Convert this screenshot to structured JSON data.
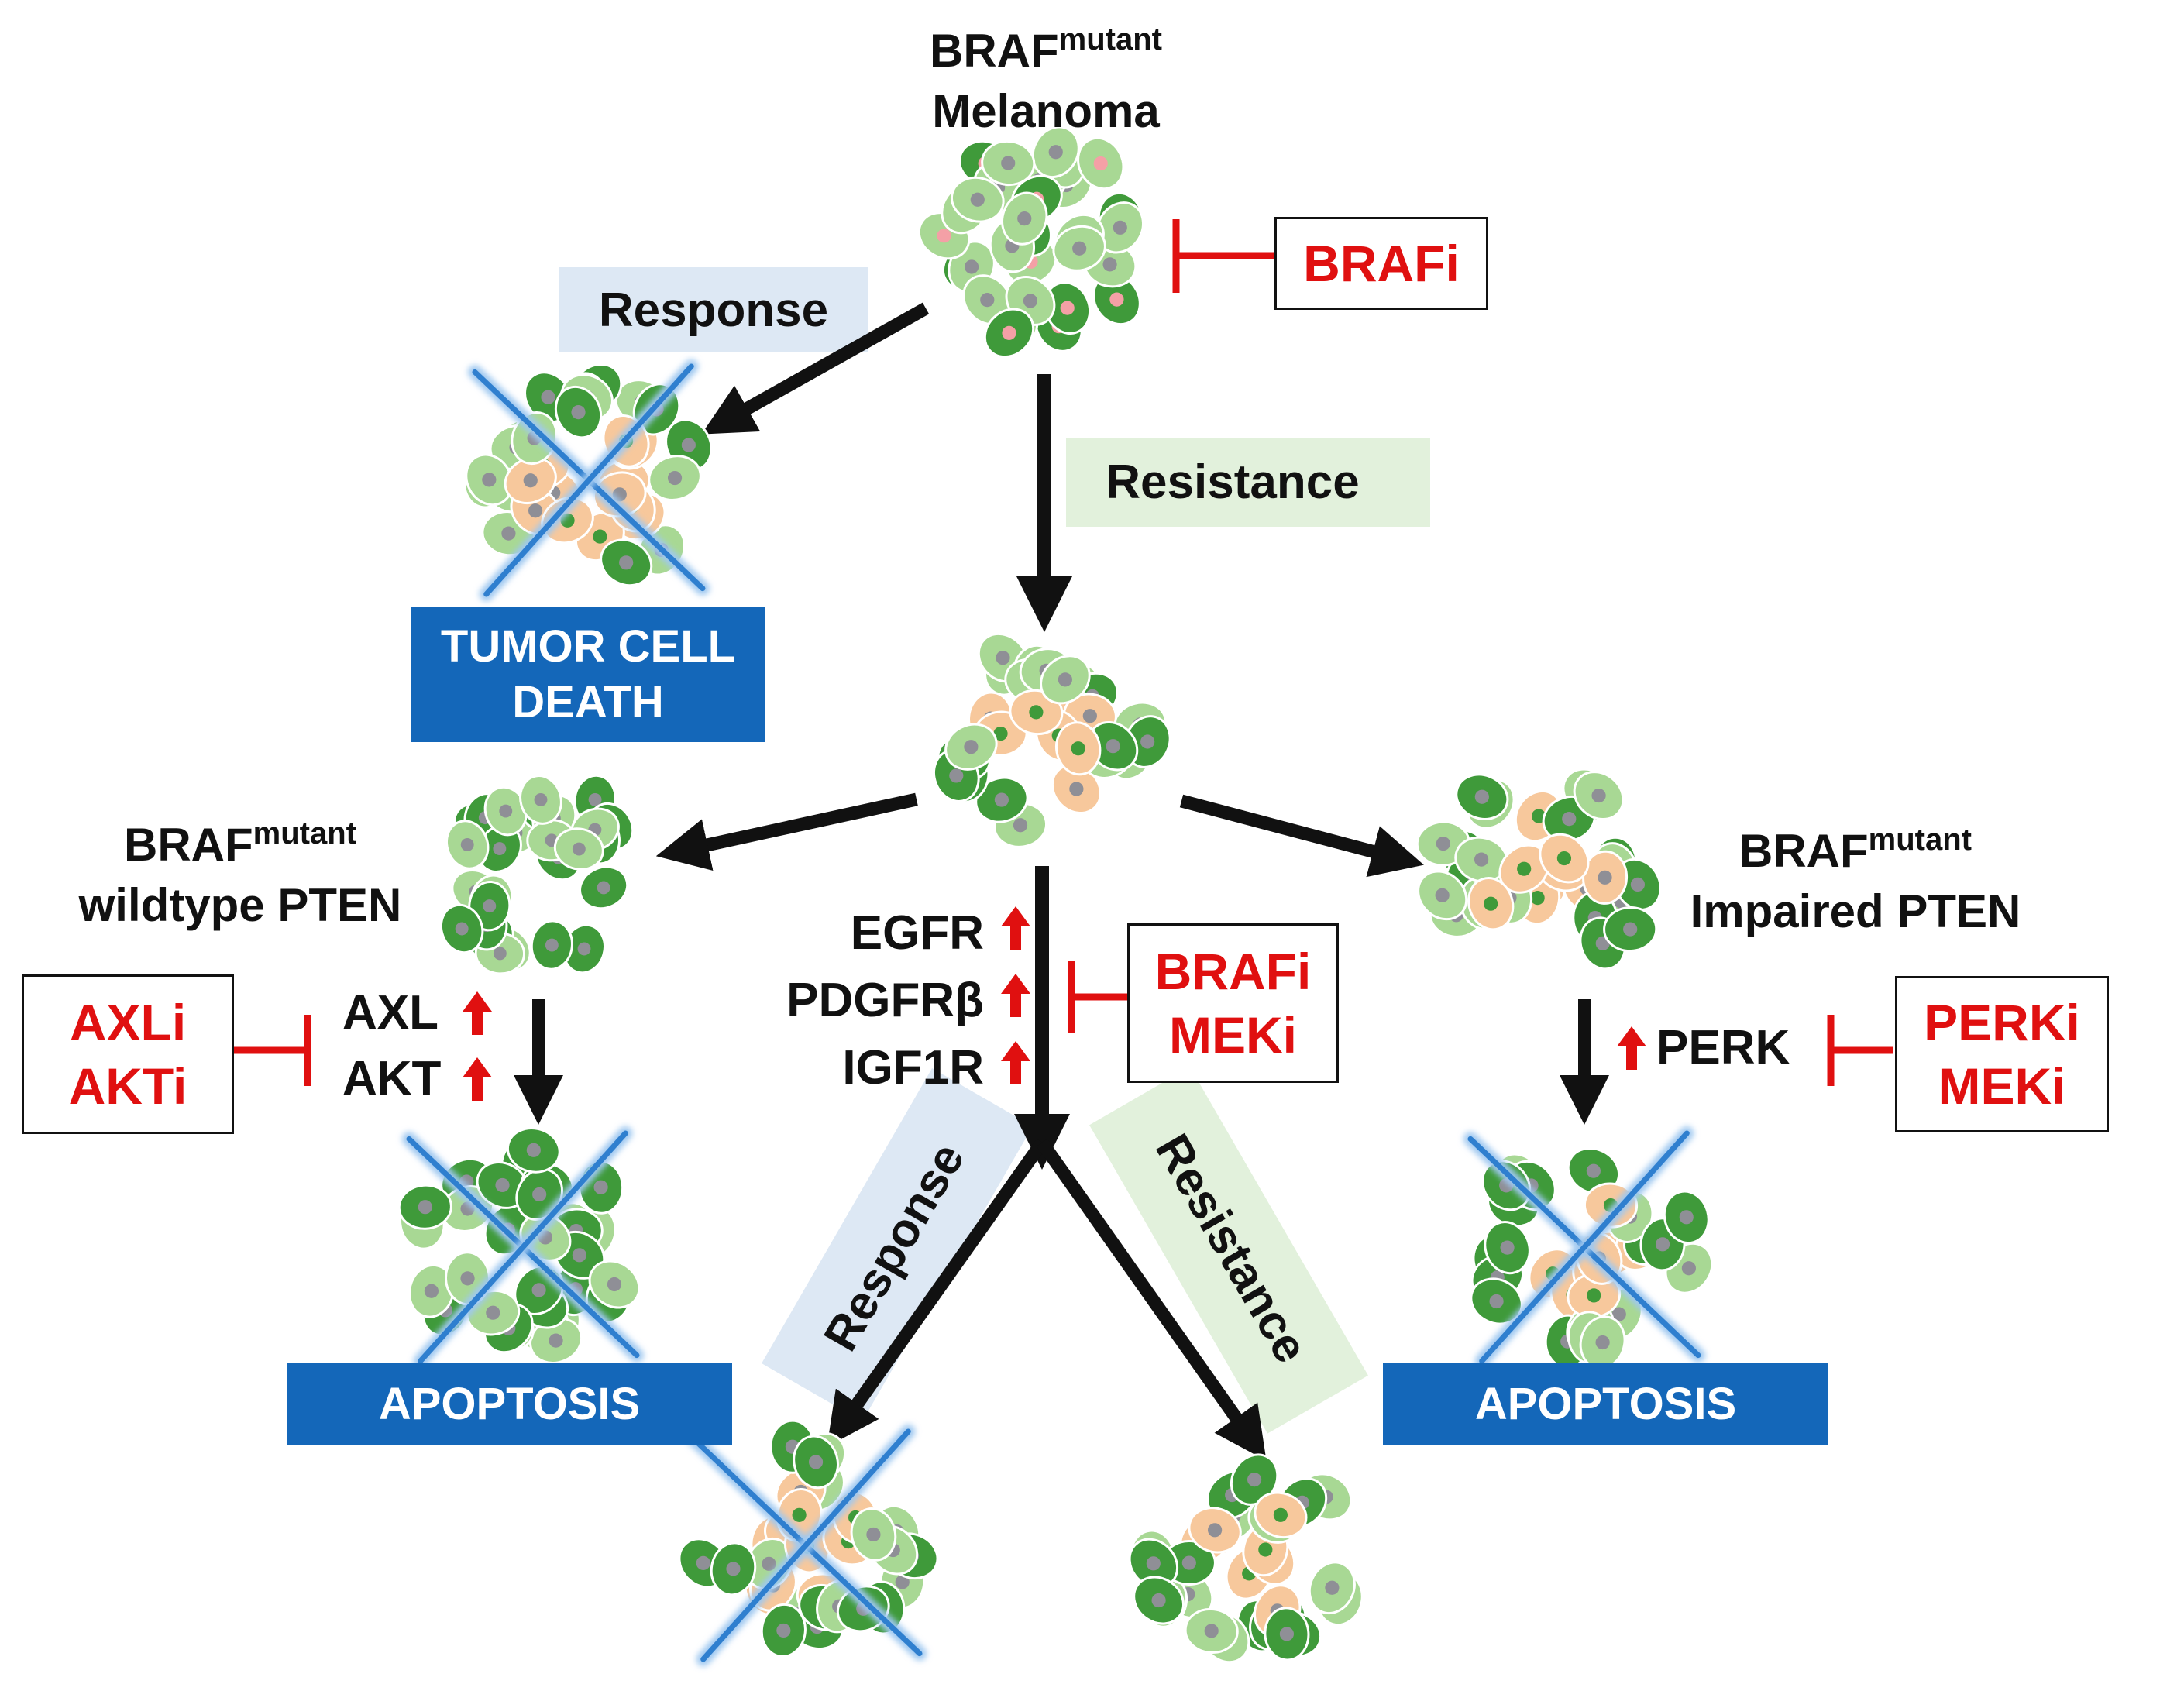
{
  "top": {
    "title_main": "BRAF",
    "title_sup": "mutant",
    "title_line2": "Melanoma",
    "drug": "BRAFi"
  },
  "first_split": {
    "response_label": "Response",
    "resistance_label": "Resistance",
    "outcome_line1": "TUMOR CELL",
    "outcome_line2": "DEATH"
  },
  "left_branch": {
    "title_main": "BRAF",
    "title_sup": "mutant",
    "title_line2": "wildtype PTEN",
    "markers": [
      "AXL",
      "AKT"
    ],
    "drugs": [
      "AXLi",
      "AKTi"
    ],
    "outcome": "APOPTOSIS"
  },
  "middle_branch": {
    "markers": [
      "EGFR",
      "PDGFRβ",
      "IGF1R"
    ],
    "drugs": [
      "BRAFi",
      "MEKi"
    ],
    "response_label": "Response",
    "resistance_label": "Resistance"
  },
  "right_branch": {
    "title_main": "BRAF",
    "title_sup": "mutant",
    "title_line2": "Impaired PTEN",
    "marker": "PERK",
    "drugs": [
      "PERKi",
      "MEKi"
    ],
    "outcome": "APOPTOSIS"
  },
  "colors": {
    "drug_text": "#e01010",
    "inhibition_line": "#e01010",
    "up_arrow": "#e01010",
    "outcome_box": "#1467b9",
    "response_tag": "#dde8f4",
    "resistance_tag": "#e2f1dc",
    "cell_dark_green": "#3f9a3a",
    "cell_light_green": "#a8d894",
    "cell_peach": "#f7c89c",
    "nucleus_grey": "#8f8f96",
    "nucleus_pink": "#f4a0a6",
    "dead_cross": "#2f7fcf"
  }
}
